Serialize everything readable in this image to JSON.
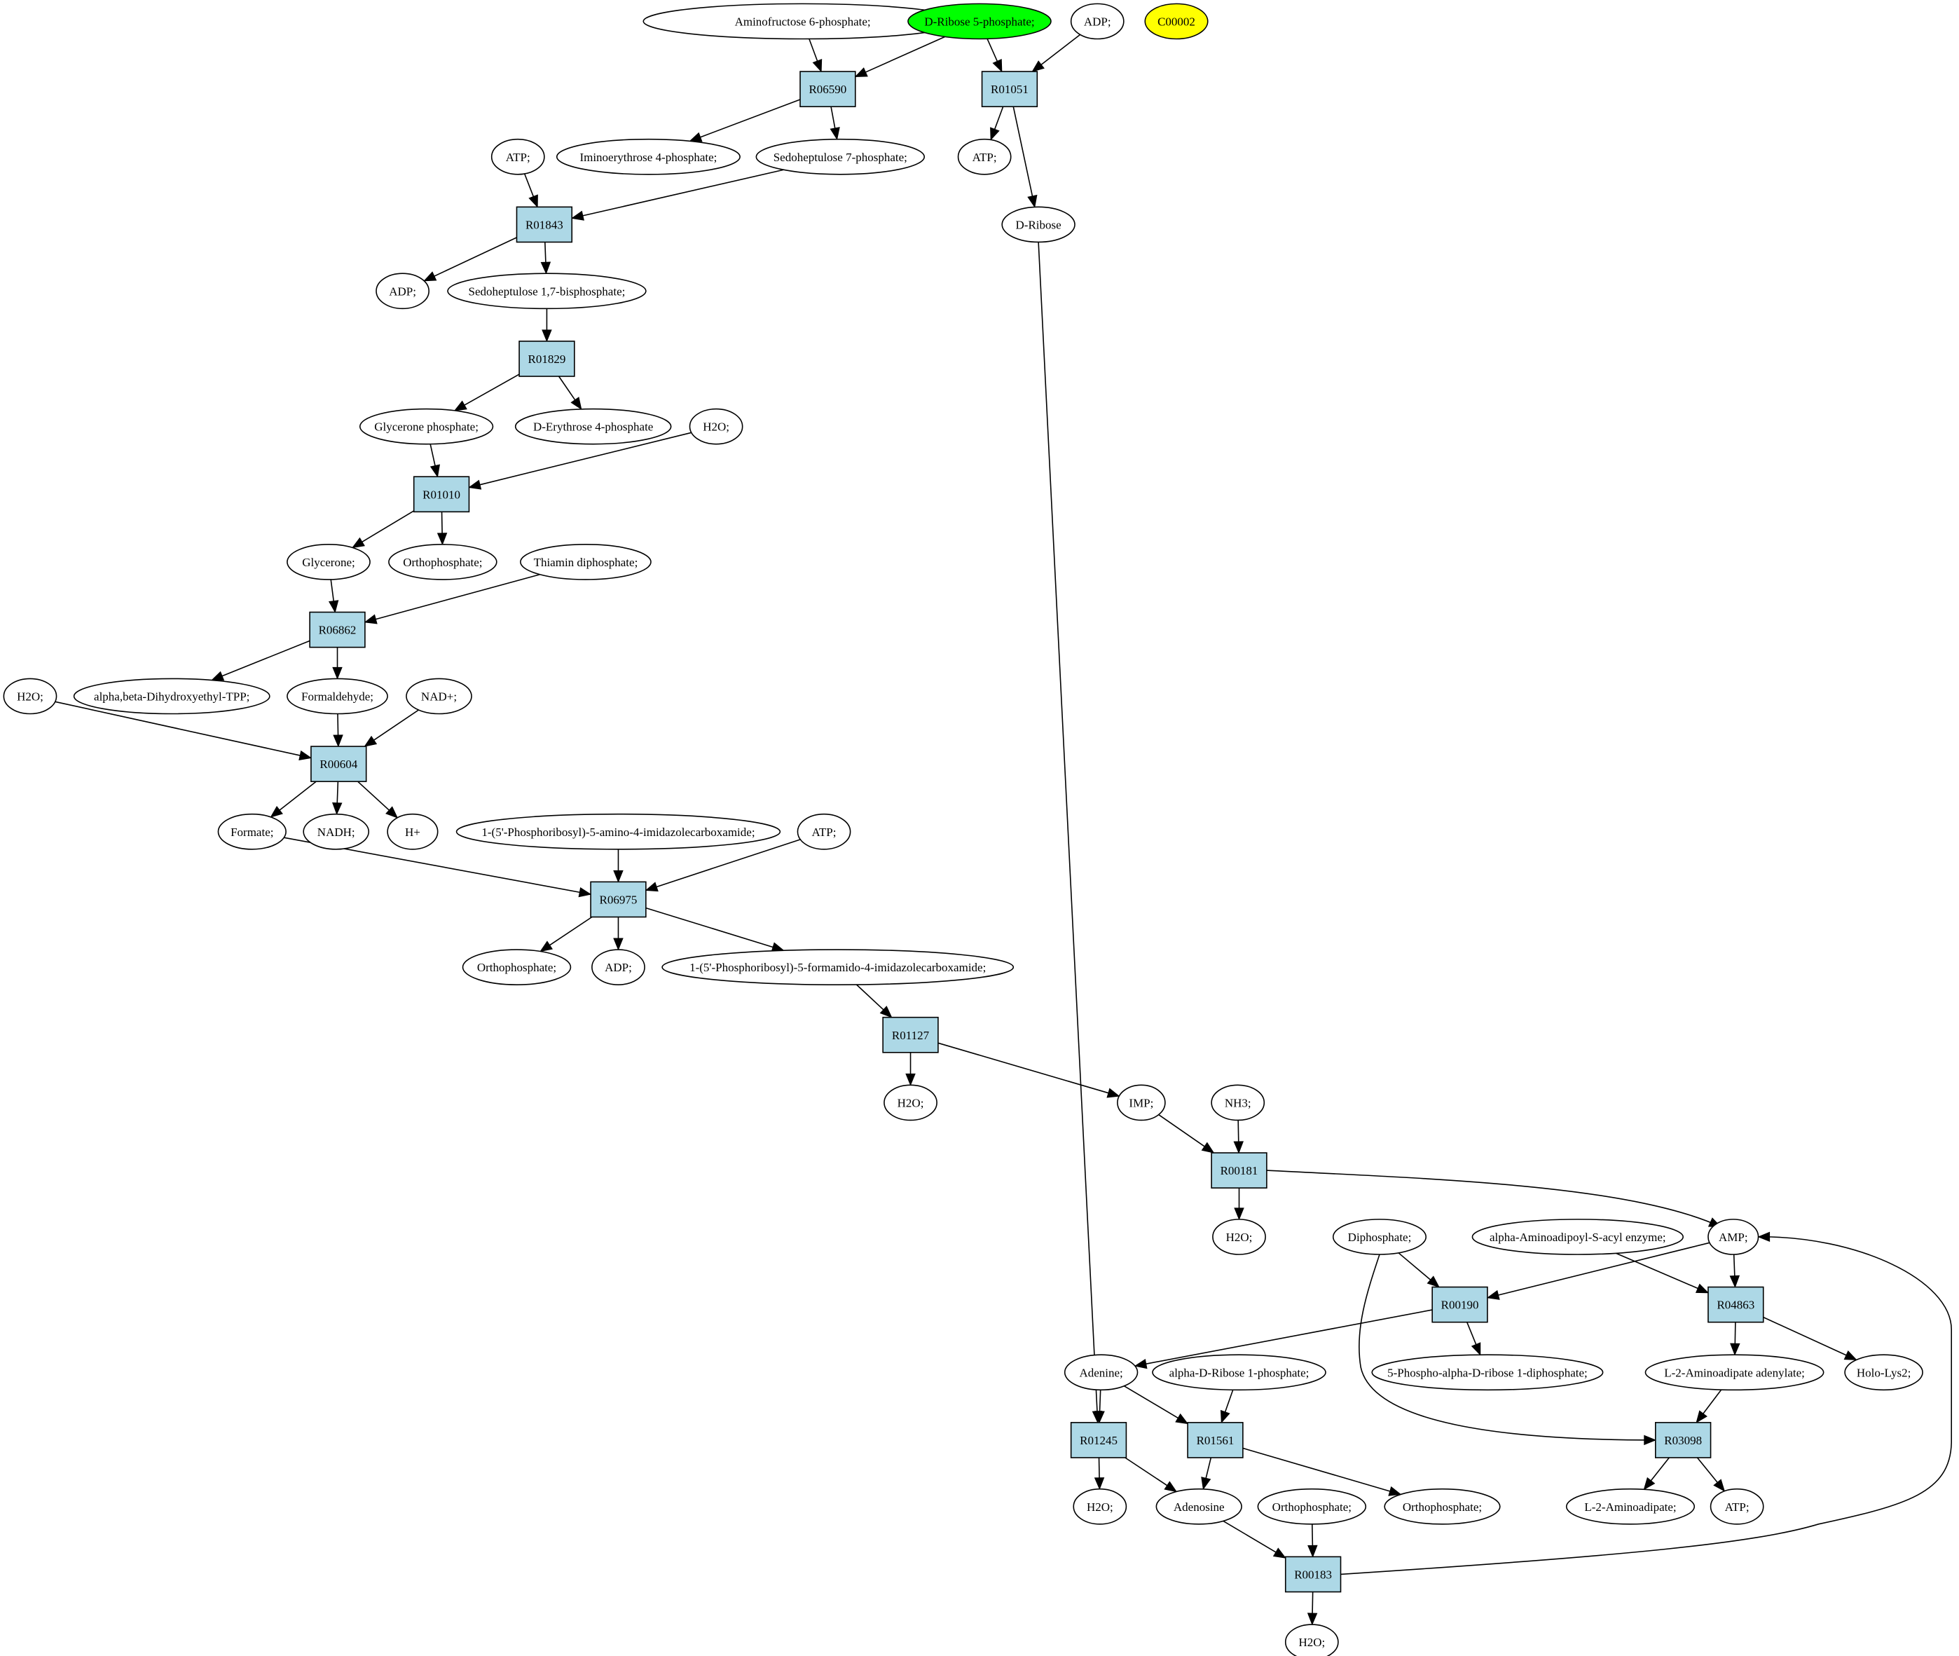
{
  "colors": {
    "background": "#ffffff",
    "reaction_fill": "#add8e6",
    "compound_fill": "#ffffff",
    "highlight_start": "#00ff00",
    "highlight_other": "#ffff00",
    "stroke": "#000000"
  },
  "nodes": [
    {
      "id": "n_aminofructose",
      "label": "Aminofructose 6-phosphate;",
      "kind": "compound"
    },
    {
      "id": "n_dribose5p",
      "label": "D-Ribose 5-phosphate;",
      "kind": "compound",
      "fill": "#00ff00"
    },
    {
      "id": "n_adp_top",
      "label": "ADP;",
      "kind": "compound"
    },
    {
      "id": "n_c00002",
      "label": "C00002",
      "kind": "compound",
      "fill": "#ffff00"
    },
    {
      "id": "r_R06590",
      "label": "R06590",
      "kind": "reaction"
    },
    {
      "id": "r_R01051",
      "label": "R01051",
      "kind": "reaction"
    },
    {
      "id": "n_iminoerythrose",
      "label": "Iminoerythrose 4-phosphate;",
      "kind": "compound"
    },
    {
      "id": "n_sedo7p",
      "label": "Sedoheptulose 7-phosphate;",
      "kind": "compound"
    },
    {
      "id": "n_atp_1",
      "label": "ATP;",
      "kind": "compound"
    },
    {
      "id": "n_atp_2",
      "label": "ATP;",
      "kind": "compound"
    },
    {
      "id": "n_dribose",
      "label": "D-Ribose",
      "kind": "compound"
    },
    {
      "id": "r_R01843",
      "label": "R01843",
      "kind": "reaction"
    },
    {
      "id": "n_adp_2",
      "label": "ADP;",
      "kind": "compound"
    },
    {
      "id": "n_sedo17bp",
      "label": "Sedoheptulose 1,7-bisphosphate;",
      "kind": "compound"
    },
    {
      "id": "r_R01829",
      "label": "R01829",
      "kind": "reaction"
    },
    {
      "id": "n_glycerone_p",
      "label": "Glycerone phosphate;",
      "kind": "compound"
    },
    {
      "id": "n_erythrose4p",
      "label": "D-Erythrose 4-phosphate",
      "kind": "compound"
    },
    {
      "id": "n_h2o_1",
      "label": "H2O;",
      "kind": "compound"
    },
    {
      "id": "r_R01010",
      "label": "R01010",
      "kind": "reaction"
    },
    {
      "id": "n_glycerone",
      "label": "Glycerone;",
      "kind": "compound"
    },
    {
      "id": "n_ortho_1",
      "label": "Orthophosphate;",
      "kind": "compound"
    },
    {
      "id": "n_thiamin",
      "label": "Thiamin diphosphate;",
      "kind": "compound"
    },
    {
      "id": "r_R06862",
      "label": "R06862",
      "kind": "reaction"
    },
    {
      "id": "n_h2o_2",
      "label": "H2O;",
      "kind": "compound"
    },
    {
      "id": "n_ab_dhe_tpp",
      "label": "alpha,beta-Dihydroxyethyl-TPP;",
      "kind": "compound"
    },
    {
      "id": "n_formaldehyde",
      "label": "Formaldehyde;",
      "kind": "compound"
    },
    {
      "id": "n_nad",
      "label": "NAD+;",
      "kind": "compound"
    },
    {
      "id": "r_R00604",
      "label": "R00604",
      "kind": "reaction"
    },
    {
      "id": "n_formate",
      "label": "Formate;",
      "kind": "compound"
    },
    {
      "id": "n_nadh",
      "label": "NADH;",
      "kind": "compound"
    },
    {
      "id": "n_hplus",
      "label": "H+",
      "kind": "compound"
    },
    {
      "id": "n_aicar",
      "label": "1-(5'-Phosphoribosyl)-5-amino-4-imidazolecarboxamide;",
      "kind": "compound"
    },
    {
      "id": "n_atp_3",
      "label": "ATP;",
      "kind": "compound"
    },
    {
      "id": "r_R06975",
      "label": "R06975",
      "kind": "reaction"
    },
    {
      "id": "n_ortho_2",
      "label": "Orthophosphate;",
      "kind": "compound"
    },
    {
      "id": "n_adp_3",
      "label": "ADP;",
      "kind": "compound"
    },
    {
      "id": "n_faicar",
      "label": "1-(5'-Phosphoribosyl)-5-formamido-4-imidazolecarboxamide;",
      "kind": "compound"
    },
    {
      "id": "r_R01127",
      "label": "R01127",
      "kind": "reaction"
    },
    {
      "id": "n_h2o_3",
      "label": "H2O;",
      "kind": "compound"
    },
    {
      "id": "n_imp",
      "label": "IMP;",
      "kind": "compound"
    },
    {
      "id": "n_nh3",
      "label": "NH3;",
      "kind": "compound"
    },
    {
      "id": "r_R00181",
      "label": "R00181",
      "kind": "reaction"
    },
    {
      "id": "n_h2o_4",
      "label": "H2O;",
      "kind": "compound"
    },
    {
      "id": "n_diphosphate",
      "label": "Diphosphate;",
      "kind": "compound"
    },
    {
      "id": "n_aaa_enzyme",
      "label": "alpha-Aminoadipoyl-S-acyl enzyme;",
      "kind": "compound"
    },
    {
      "id": "n_amp",
      "label": "AMP;",
      "kind": "compound"
    },
    {
      "id": "r_R00190",
      "label": "R00190",
      "kind": "reaction"
    },
    {
      "id": "r_R04863",
      "label": "R04863",
      "kind": "reaction"
    },
    {
      "id": "n_adenine",
      "label": "Adenine;",
      "kind": "compound"
    },
    {
      "id": "n_prpp",
      "label": "5-Phospho-alpha-D-ribose 1-diphosphate;",
      "kind": "compound"
    },
    {
      "id": "n_l2aa_adenylate",
      "label": "L-2-Aminoadipate adenylate;",
      "kind": "compound"
    },
    {
      "id": "n_holo_lys2",
      "label": "Holo-Lys2;",
      "kind": "compound"
    },
    {
      "id": "n_adr1p",
      "label": "alpha-D-Ribose 1-phosphate;",
      "kind": "compound"
    },
    {
      "id": "r_R01245",
      "label": "R01245",
      "kind": "reaction"
    },
    {
      "id": "r_R01561",
      "label": "R01561",
      "kind": "reaction"
    },
    {
      "id": "r_R03098",
      "label": "R03098",
      "kind": "reaction"
    },
    {
      "id": "n_h2o_5",
      "label": "H2O;",
      "kind": "compound"
    },
    {
      "id": "n_adenosine",
      "label": "Adenosine",
      "kind": "compound"
    },
    {
      "id": "n_ortho_3",
      "label": "Orthophosphate;",
      "kind": "compound"
    },
    {
      "id": "n_ortho_4",
      "label": "Orthophosphate;",
      "kind": "compound"
    },
    {
      "id": "n_l2aa",
      "label": "L-2-Aminoadipate;",
      "kind": "compound"
    },
    {
      "id": "n_atp_4",
      "label": "ATP;",
      "kind": "compound"
    },
    {
      "id": "r_R00183",
      "label": "R00183",
      "kind": "reaction"
    },
    {
      "id": "n_h2o_6",
      "label": "H2O;",
      "kind": "compound"
    }
  ],
  "edges": [
    {
      "from": "n_aminofructose",
      "to": "r_R06590"
    },
    {
      "from": "n_dribose5p",
      "to": "r_R06590"
    },
    {
      "from": "n_dribose5p",
      "to": "r_R01051"
    },
    {
      "from": "n_adp_top",
      "to": "r_R01051"
    },
    {
      "from": "r_R06590",
      "to": "n_iminoerythrose"
    },
    {
      "from": "r_R06590",
      "to": "n_sedo7p"
    },
    {
      "from": "r_R01051",
      "to": "n_atp_2"
    },
    {
      "from": "r_R01051",
      "to": "n_dribose"
    },
    {
      "from": "n_atp_1",
      "to": "r_R01843"
    },
    {
      "from": "n_sedo7p",
      "to": "r_R01843"
    },
    {
      "from": "r_R01843",
      "to": "n_adp_2"
    },
    {
      "from": "r_R01843",
      "to": "n_sedo17bp"
    },
    {
      "from": "n_sedo17bp",
      "to": "r_R01829"
    },
    {
      "from": "r_R01829",
      "to": "n_glycerone_p"
    },
    {
      "from": "r_R01829",
      "to": "n_erythrose4p"
    },
    {
      "from": "n_glycerone_p",
      "to": "r_R01010"
    },
    {
      "from": "n_h2o_1",
      "to": "r_R01010"
    },
    {
      "from": "r_R01010",
      "to": "n_glycerone"
    },
    {
      "from": "r_R01010",
      "to": "n_ortho_1"
    },
    {
      "from": "n_glycerone",
      "to": "r_R06862"
    },
    {
      "from": "n_thiamin",
      "to": "r_R06862"
    },
    {
      "from": "r_R06862",
      "to": "n_ab_dhe_tpp"
    },
    {
      "from": "r_R06862",
      "to": "n_formaldehyde"
    },
    {
      "from": "n_h2o_2",
      "to": "r_R00604"
    },
    {
      "from": "n_formaldehyde",
      "to": "r_R00604"
    },
    {
      "from": "n_nad",
      "to": "r_R00604"
    },
    {
      "from": "r_R00604",
      "to": "n_formate"
    },
    {
      "from": "r_R00604",
      "to": "n_nadh"
    },
    {
      "from": "r_R00604",
      "to": "n_hplus"
    },
    {
      "from": "n_formate",
      "to": "r_R06975"
    },
    {
      "from": "n_aicar",
      "to": "r_R06975"
    },
    {
      "from": "n_atp_3",
      "to": "r_R06975"
    },
    {
      "from": "r_R06975",
      "to": "n_ortho_2"
    },
    {
      "from": "r_R06975",
      "to": "n_adp_3"
    },
    {
      "from": "r_R06975",
      "to": "n_faicar"
    },
    {
      "from": "n_faicar",
      "to": "r_R01127"
    },
    {
      "from": "r_R01127",
      "to": "n_h2o_3"
    },
    {
      "from": "r_R01127",
      "to": "n_imp"
    },
    {
      "from": "n_imp",
      "to": "r_R00181"
    },
    {
      "from": "n_nh3",
      "to": "r_R00181"
    },
    {
      "from": "r_R00181",
      "to": "n_h2o_4"
    },
    {
      "from": "r_R00181",
      "to": "n_amp"
    },
    {
      "from": "n_diphosphate",
      "to": "r_R00190"
    },
    {
      "from": "n_amp",
      "to": "r_R00190"
    },
    {
      "from": "n_aaa_enzyme",
      "to": "r_R04863"
    },
    {
      "from": "n_amp",
      "to": "r_R04863"
    },
    {
      "from": "r_R00190",
      "to": "n_adenine"
    },
    {
      "from": "r_R00190",
      "to": "n_prpp"
    },
    {
      "from": "r_R04863",
      "to": "n_l2aa_adenylate"
    },
    {
      "from": "r_R04863",
      "to": "n_holo_lys2"
    },
    {
      "from": "n_dribose",
      "to": "r_R01245"
    },
    {
      "from": "n_adenine",
      "to": "r_R01245"
    },
    {
      "from": "n_adenine",
      "to": "r_R01561"
    },
    {
      "from": "n_adr1p",
      "to": "r_R01561"
    },
    {
      "from": "n_l2aa_adenylate",
      "to": "r_R03098"
    },
    {
      "from": "n_diphosphate",
      "to": "r_R03098"
    },
    {
      "from": "r_R01245",
      "to": "n_h2o_5"
    },
    {
      "from": "r_R01245",
      "to": "n_adenosine"
    },
    {
      "from": "r_R01561",
      "to": "n_adenosine"
    },
    {
      "from": "r_R01561",
      "to": "n_ortho_4"
    },
    {
      "from": "r_R03098",
      "to": "n_l2aa"
    },
    {
      "from": "r_R03098",
      "to": "n_atp_4"
    },
    {
      "from": "n_adenosine",
      "to": "r_R00183"
    },
    {
      "from": "n_ortho_3",
      "to": "r_R00183"
    },
    {
      "from": "r_R00183",
      "to": "n_h2o_6"
    },
    {
      "from": "r_R00183",
      "to": "n_amp"
    }
  ]
}
